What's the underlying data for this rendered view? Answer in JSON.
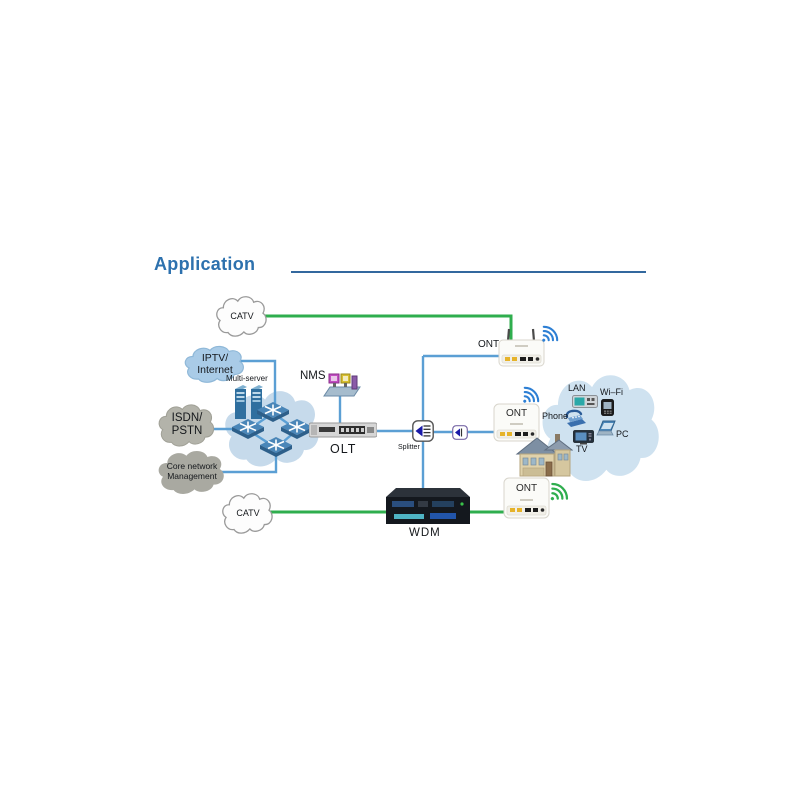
{
  "title": "Application",
  "diagram": {
    "clouds": {
      "catv_top": {
        "label": "CATV"
      },
      "iptv": {
        "line1": "IPTV/",
        "line2": "Internet"
      },
      "isdn": {
        "line1": "ISDN/",
        "line2": "PSTN"
      },
      "core_mgmt": {
        "line1": "Core network",
        "line2": "Management"
      },
      "catv_bottom": {
        "label": "CATV"
      }
    },
    "devices": {
      "multi_server": {
        "label": "Multi-server"
      },
      "nms": {
        "label": "NMS"
      },
      "olt": {
        "label": "OLT"
      },
      "splitter": {
        "label": "Splitter"
      },
      "wdm": {
        "label": "WDM"
      },
      "ont_top": {
        "label": "ONT"
      },
      "ont_mid": {
        "label": "ONT"
      },
      "ont_bottom": {
        "label": "ONT"
      }
    },
    "home_devices": {
      "lan": {
        "label": "LAN"
      },
      "wifi": {
        "label": "Wi–Fi"
      },
      "phone": {
        "label": "Phone"
      },
      "pc": {
        "label": "PC"
      },
      "tv": {
        "label": "TV"
      }
    },
    "colors": {
      "title_blue": "#2d71ae",
      "rule_blue": "#33689e",
      "line_blue": "#5b9fd4",
      "line_green": "#2fae4e",
      "cloud_light_blue": "#a9cbe7",
      "cloud_core_blue": "#c6daeb",
      "cloud_home_blue": "#cfe2f0",
      "cloud_gray": "#b3b3aa",
      "wifi_blue": "#2d7fd4",
      "wifi_green": "#2fae4e"
    }
  }
}
